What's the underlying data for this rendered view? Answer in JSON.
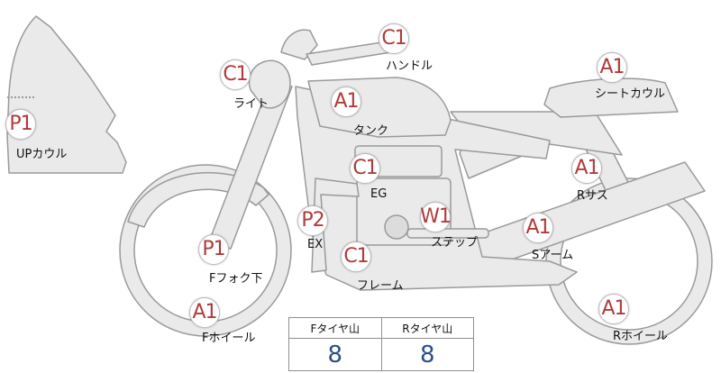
{
  "parts": [
    {
      "id": "up-cowl",
      "grade": "P1",
      "label": "UPカウル"
    },
    {
      "id": "light",
      "grade": "C1",
      "label": "ライト"
    },
    {
      "id": "handle",
      "grade": "C1",
      "label": "ハンドル"
    },
    {
      "id": "tank",
      "grade": "A1",
      "label": "タンク"
    },
    {
      "id": "seat-cowl",
      "grade": "A1",
      "label": "シートカウル"
    },
    {
      "id": "engine",
      "grade": "C1",
      "label": "EG"
    },
    {
      "id": "rear-suspension",
      "grade": "A1",
      "label": "Rサス"
    },
    {
      "id": "exhaust",
      "grade": "P2",
      "label": "EX"
    },
    {
      "id": "step",
      "grade": "W1",
      "label": "ステップ"
    },
    {
      "id": "swing-arm",
      "grade": "A1",
      "label": "Sアーム"
    },
    {
      "id": "front-fork",
      "grade": "P1",
      "label": "Fフォク下"
    },
    {
      "id": "frame",
      "grade": "C1",
      "label": "フレーム"
    },
    {
      "id": "front-wheel",
      "grade": "A1",
      "label": "Fホイール"
    },
    {
      "id": "rear-wheel",
      "grade": "A1",
      "label": "Rホイール"
    }
  ],
  "tire_table": {
    "front_header": "Fタイヤ山",
    "rear_header": "Rタイヤ山",
    "front_value": "8",
    "rear_value": "8"
  },
  "colors": {
    "part_fill": "#eaeaea",
    "part_stroke": "#9a9a9a",
    "grade_text": "#b23a3a",
    "tire_value_text": "#2c4f8a"
  }
}
